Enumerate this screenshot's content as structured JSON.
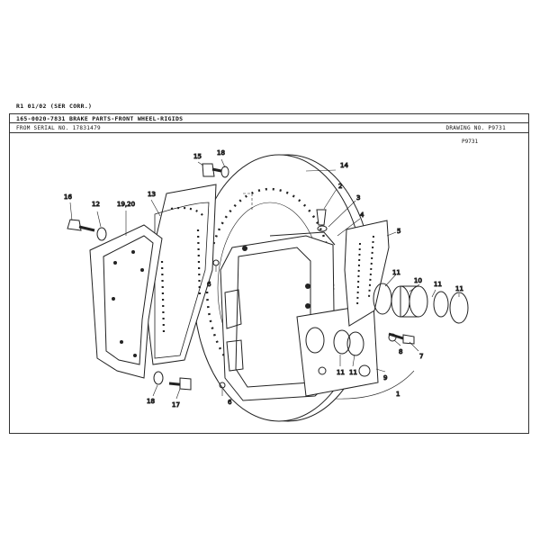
{
  "header": {
    "revision": "R1  01/02  (SER  CORR.)",
    "title": "165-0020-7831  BRAKE  PARTS-FRONT  WHEEL-RIGIDS",
    "serial": "FROM  SERIAL  NO.  17831479",
    "drawing_no": "DRAWING  NO.  P9731",
    "figure_code": "P9731"
  },
  "callouts": {
    "c1": "1",
    "c2": "2",
    "c3": "3",
    "c4": "4",
    "c5": "5",
    "c6a": "6",
    "c6b": "6",
    "c7": "7",
    "c8": "8",
    "c9": "9",
    "c10": "10",
    "c11a": "11",
    "c11b": "11",
    "c11c": "11",
    "c11d": "11",
    "c11e": "11",
    "c12": "12",
    "c13": "13",
    "c14": "14",
    "c15": "15",
    "c16": "16",
    "c17": "17",
    "c18a": "18",
    "c18b": "18",
    "c1920": "19,20"
  }
}
